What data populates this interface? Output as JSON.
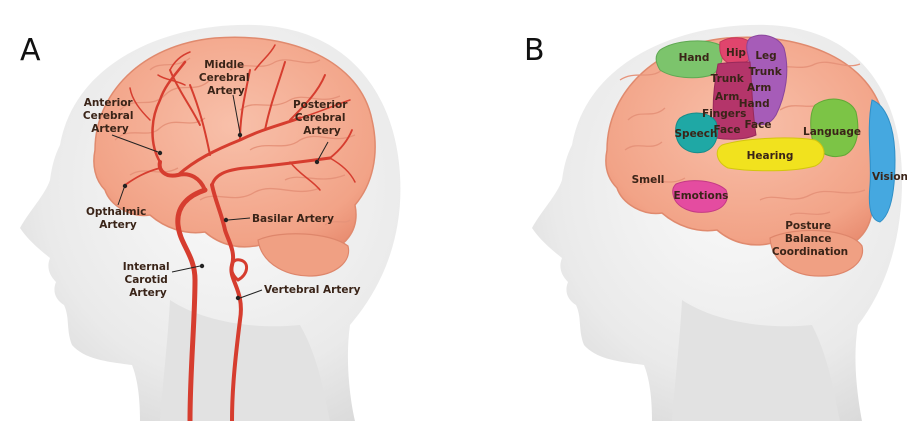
{
  "panels": [
    {
      "letter": "A",
      "labels": {
        "middle_cerebral": [
          "Middle",
          "Cerebral",
          "Artery"
        ],
        "anterior_cerebral": [
          "Anterior",
          "Cerebral",
          "Artery"
        ],
        "posterior_cerebral": [
          "Posterior",
          "Cerebral",
          "Artery"
        ],
        "opthalmic": [
          "Opthalmic",
          "Artery"
        ],
        "basilar": [
          "Basilar Artery"
        ],
        "internal_carotid": [
          "Internal",
          "Carotid",
          "Artery"
        ],
        "vertebral": [
          "Vertebral Artery"
        ]
      }
    },
    {
      "letter": "B",
      "regions": {
        "hand": "Hand",
        "hip": "Hip",
        "leg": "Leg",
        "trunk_left": [
          "Trunk",
          "Arm",
          "Fingers",
          "Face"
        ],
        "trunk_right": [
          "Trunk",
          "Arm",
          "Hand",
          "Face"
        ],
        "speech": "Speech",
        "language": "Language",
        "hearing": "Hearing",
        "vision": "Vision",
        "smell": "Smell",
        "emotions": "Emotions",
        "posture": [
          "Posture",
          "Balance",
          "Coordination"
        ]
      }
    }
  ],
  "colors": {
    "head": "#ececec",
    "brain": "#f4a98f",
    "artery": "#d63d2f",
    "hand": "#7cc46c",
    "hip": "#e0456d",
    "leg": "#a65cb8",
    "motor": "#b4356a",
    "speech": "#1fa8a5",
    "language": "#7cc446",
    "hearing": "#f1e21e",
    "vision": "#45a8e0",
    "emotions": "#e44ca0"
  }
}
